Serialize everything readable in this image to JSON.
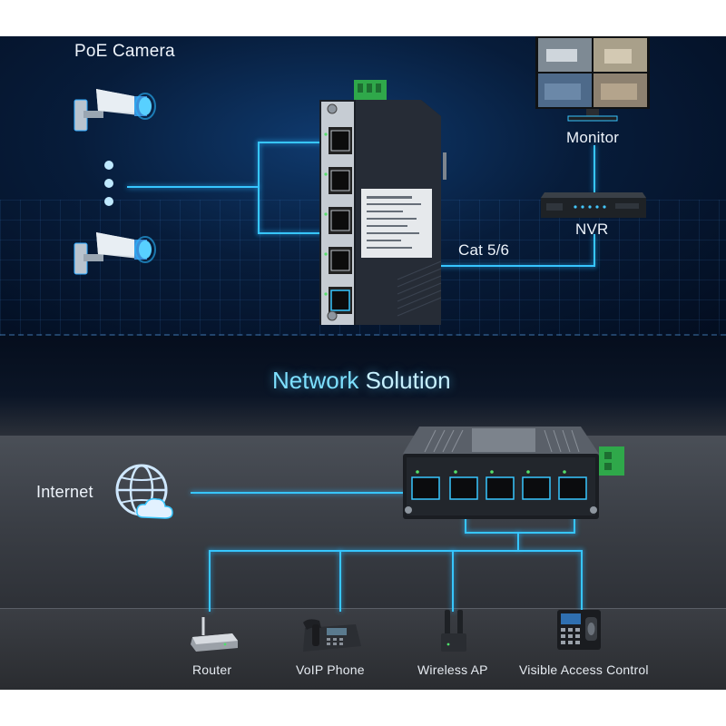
{
  "top": {
    "camera_label": "PoE Camera",
    "monitor_label": "Monitor",
    "nvr_label": "NVR",
    "cable_label": "Cat 5/6"
  },
  "middle": {
    "title_part1": "Network",
    "title_part2": "Solution"
  },
  "bottom": {
    "internet_label": "Internet",
    "devices": [
      {
        "label": "Router"
      },
      {
        "label": "VoIP Phone"
      },
      {
        "label": "Wireless AP"
      },
      {
        "label": "Visible Access Control"
      }
    ]
  },
  "colors": {
    "accent": "#37c6ff",
    "title": "#7ee0ff",
    "background_dark": "#071c3a",
    "background_gray": "#3a3e45"
  },
  "icons": [
    "camera-icon",
    "switch-icon",
    "monitor-icon",
    "nvr-icon",
    "globe-cloud-icon",
    "router-icon",
    "phone-icon",
    "antenna-icon",
    "access-control-icon"
  ]
}
